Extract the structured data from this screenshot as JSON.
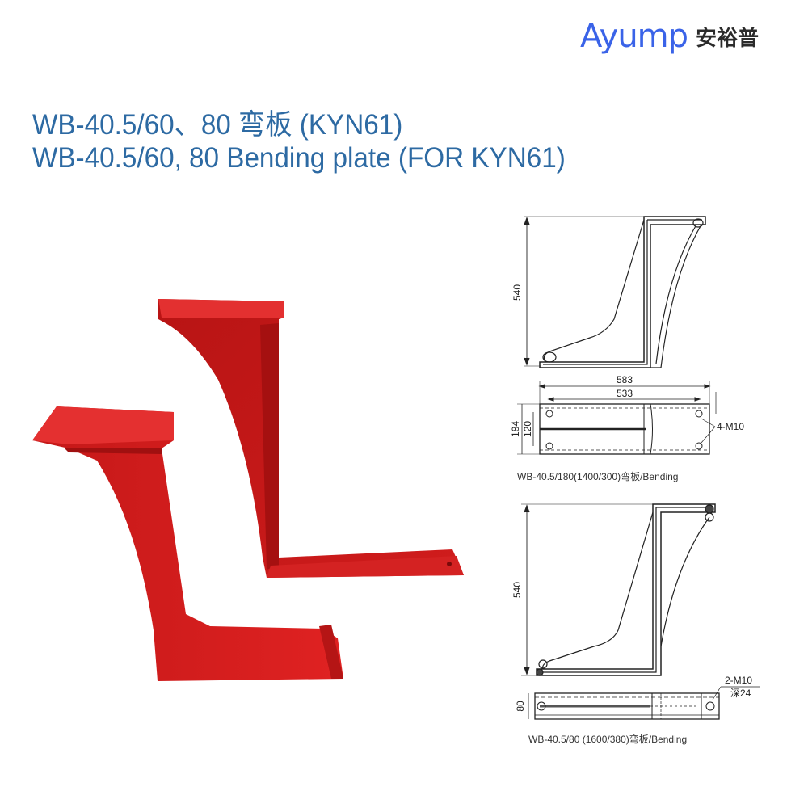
{
  "brand": {
    "logo_text": "Ayump",
    "logo_cn": "安裕普",
    "color": "#3a63e8"
  },
  "header": {
    "title_cn": "WB-40.5/60、80 弯板 (KYN61)",
    "title_en": "WB-40.5/60, 80 Bending plate (FOR KYN61)",
    "color": "#2d6aa3"
  },
  "photo": {
    "subject": "red-bending-plates",
    "color": "#d42020"
  },
  "drawing1": {
    "height_dim": "540",
    "overall_width": "583",
    "inner_width": "533",
    "height_184": "184",
    "height_120": "120",
    "hole_note": "4-M10",
    "caption": "WB-40.5/180(1400/300)弯板/Bending"
  },
  "drawing2": {
    "height_dim": "540",
    "depth_dim": "80",
    "hole_note": "2-M10",
    "hole_depth": "深24",
    "caption": "WB-40.5/80 (1600/380)弯板/Bending"
  }
}
